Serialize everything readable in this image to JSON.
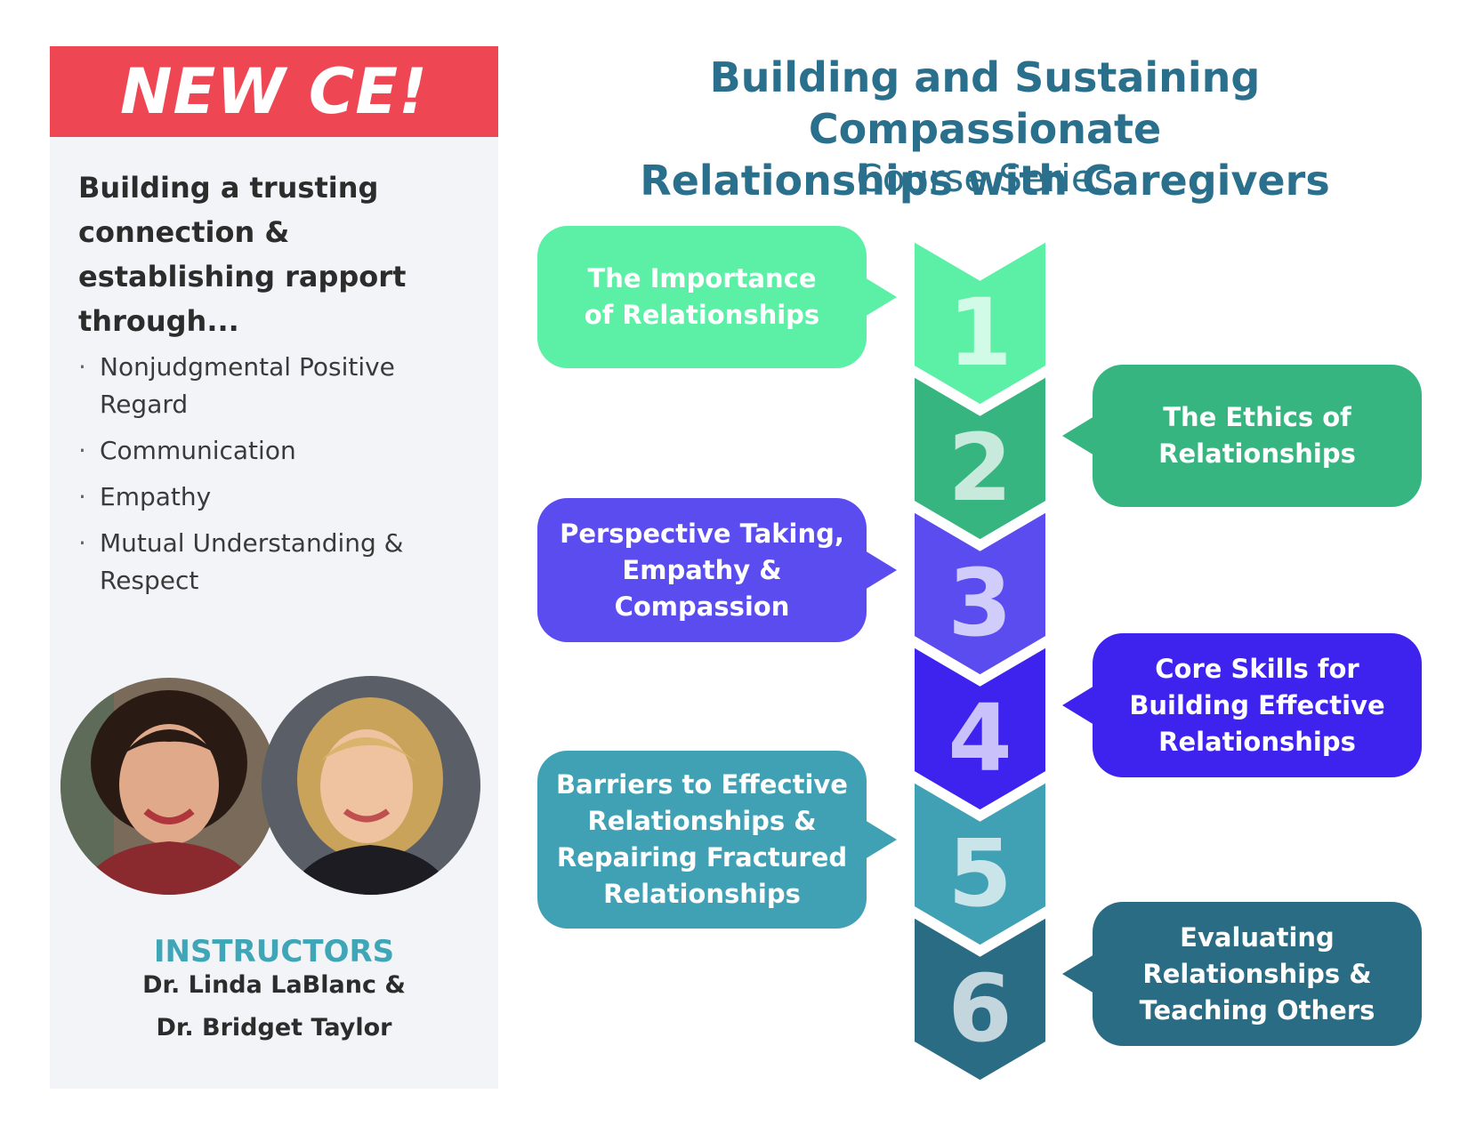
{
  "banner": {
    "text": "NEW CE!",
    "color": "#ee4653"
  },
  "description": {
    "lead": "Building a trusting connection & establishing rapport through...",
    "items": [
      {
        "label": "Nonjudgmental Positive Regard"
      },
      {
        "label": "Communication"
      },
      {
        "label": "Empathy"
      },
      {
        "label": "Mutual Understanding & Respect"
      }
    ]
  },
  "instructors": {
    "label": "INSTRUCTORS",
    "names": [
      "Dr. Linda LaBlanc &",
      "Dr. Bridget Taylor"
    ]
  },
  "title": {
    "line1": "Building and Sustaining Compassionate",
    "line2": "Relationships with Caregivers",
    "subtitle": "Course Series"
  },
  "courses": [
    {
      "number": "1",
      "title": "The Importance of Relationships",
      "color": "#5cf0a6"
    },
    {
      "number": "2",
      "title": "The Ethics of Relationships",
      "color": "#36b580"
    },
    {
      "number": "3",
      "title": "Perspective Taking, Empathy & Compassion",
      "color": "#5b4cf0"
    },
    {
      "number": "4",
      "title": "Core Skills for Building Effective Relationships",
      "color": "#3e22ee"
    },
    {
      "number": "5",
      "title": "Barriers to Effective Relationships & Repairing Fractured Relationships",
      "color": "#40a1b4"
    },
    {
      "number": "6",
      "title": "Evaluating Relationships & Teaching Others",
      "color": "#2b6c85"
    }
  ]
}
